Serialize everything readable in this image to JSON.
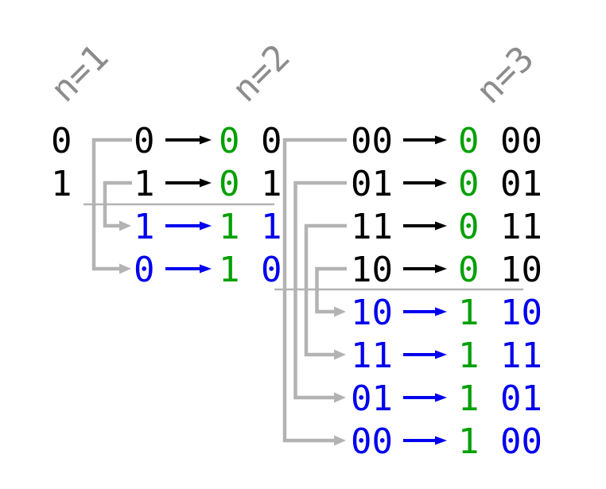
{
  "colors": {
    "black": "#000000",
    "blue": "#0000ee",
    "green": "#00a000",
    "connector_gray": "#b3b3b3",
    "label_gray": "#8c8c8c"
  },
  "columns": {
    "n1": {
      "label": "n=1",
      "entries": [
        {
          "value": "0"
        },
        {
          "value": "1"
        }
      ]
    },
    "n2": {
      "label": "n=2",
      "rows": [
        {
          "source": "0",
          "result_prefix": "0",
          "result_rest": "0"
        },
        {
          "source": "1",
          "result_prefix": "0",
          "result_rest": "1"
        },
        {
          "source": "1",
          "result_prefix": "1",
          "result_rest": "1"
        },
        {
          "source": "0",
          "result_prefix": "1",
          "result_rest": "0"
        }
      ]
    },
    "n3": {
      "label": "n=3",
      "rows": [
        {
          "source": "00",
          "result_prefix": "0",
          "result_rest": "00"
        },
        {
          "source": "01",
          "result_prefix": "0",
          "result_rest": "01"
        },
        {
          "source": "11",
          "result_prefix": "0",
          "result_rest": "11"
        },
        {
          "source": "10",
          "result_prefix": "0",
          "result_rest": "10"
        },
        {
          "source": "10",
          "result_prefix": "1",
          "result_rest": "10"
        },
        {
          "source": "11",
          "result_prefix": "1",
          "result_rest": "11"
        },
        {
          "source": "01",
          "result_prefix": "1",
          "result_rest": "01"
        },
        {
          "source": "00",
          "result_prefix": "1",
          "result_rest": "00"
        }
      ]
    }
  }
}
